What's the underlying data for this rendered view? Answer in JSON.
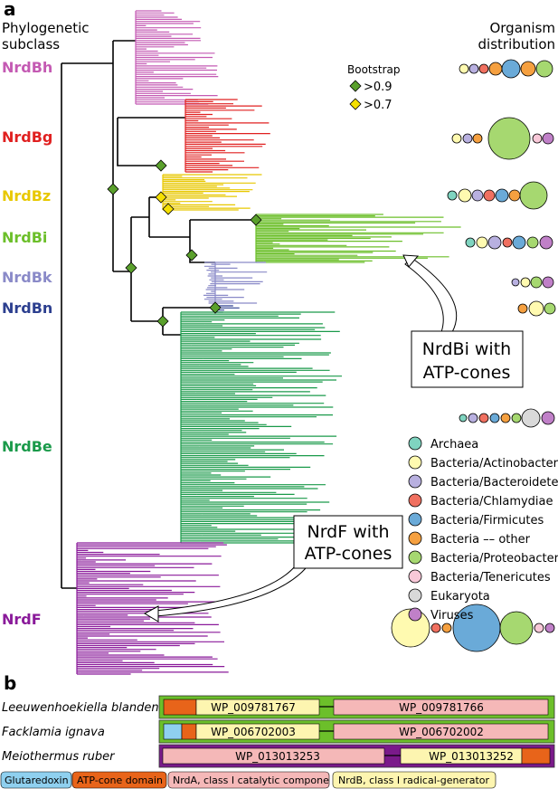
{
  "panel_a_label": "a",
  "panel_b_label": "b",
  "header": {
    "left_line1": "Phylogenetic",
    "left_line2": "subclass",
    "right_line1": "Organism",
    "right_line2": "distribution"
  },
  "subclasses": [
    {
      "name": "NrdBh",
      "color": "#c45ab3"
    },
    {
      "name": "NrdBg",
      "color": "#e02020"
    },
    {
      "name": "NrdBz",
      "color": "#e8c800"
    },
    {
      "name": "NrdBi",
      "color": "#6cbf2a"
    },
    {
      "name": "NrdBk",
      "color": "#8a8ac8"
    },
    {
      "name": "NrdBn",
      "color": "#2c3f8f"
    },
    {
      "name": "NrdBe",
      "color": "#1a9a4a"
    },
    {
      "name": "NrdF",
      "color": "#8a1a9a"
    }
  ],
  "bootstrap": {
    "title": "Bootstrap",
    "high": ">0.9",
    "low": ">0.7",
    "high_color": "#5aa02c",
    "low_color": "#f5e000"
  },
  "callouts": {
    "nrdbi_line1": "NrdBi with",
    "nrdbi_line2": "ATP-cones",
    "nrdf_line1": "NrdF with",
    "nrdf_line2": "ATP-cones"
  },
  "organisms": [
    {
      "name": "Archaea",
      "color": "#7fd4c0"
    },
    {
      "name": "Bacteria/Actinobacteria",
      "color": "#fffab0"
    },
    {
      "name": "Bacteria/Bacteroidetes",
      "color": "#b8b0e0"
    },
    {
      "name": "Bacteria/Chlamydiae",
      "color": "#f07060"
    },
    {
      "name": "Bacteria/Firmicutes",
      "color": "#6aaad8"
    },
    {
      "name": "Bacteria –– other",
      "color": "#f5a040"
    },
    {
      "name": "Bacteria/Proteobacteria",
      "color": "#a6d870"
    },
    {
      "name": "Bacteria/Tenericutes",
      "color": "#f8c8d8"
    },
    {
      "name": "Eukaryota",
      "color": "#d9d9d9"
    },
    {
      "name": "Viruses",
      "color": "#c080c8"
    }
  ],
  "panel_b": {
    "rows": [
      {
        "organism": "Leeuwenhoekiella blandensis",
        "gene1": "WP_009781767",
        "gene2": "WP_009781766"
      },
      {
        "organism": "Facklamia ignava",
        "gene1": "WP_006702003",
        "gene2": "WP_006702002"
      },
      {
        "organism": "Meiothermus ruber",
        "gene1": "WP_013013253",
        "gene2": "WP_013013252"
      }
    ],
    "legend": [
      {
        "label": "Glutaredoxin",
        "color": "#8fd0ef"
      },
      {
        "label": "ATP-cone domain",
        "color": "#e8641a"
      },
      {
        "label": "NrdA, class I catalytic component",
        "color": "#f5b8b8"
      },
      {
        "label": "NrdB, class I radical-generator",
        "color": "#fdf5b0"
      }
    ],
    "frame_green": "#6cbf2a",
    "frame_purple": "#7a1a8a"
  }
}
